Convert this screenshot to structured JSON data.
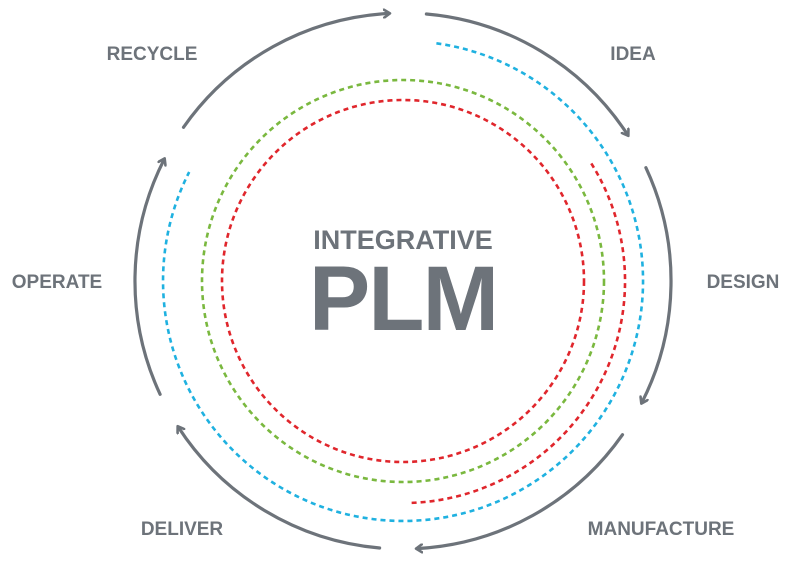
{
  "center": {
    "subtitle": "INTEGRATIVE",
    "title": "PLM"
  },
  "stages": [
    {
      "id": "idea",
      "label": "IDEA"
    },
    {
      "id": "design",
      "label": "DESIGN"
    },
    {
      "id": "manufacture",
      "label": "MANUFACTURE"
    },
    {
      "id": "deliver",
      "label": "DELIVER"
    },
    {
      "id": "operate",
      "label": "OPERATE"
    },
    {
      "id": "recycle",
      "label": "RECYCLE"
    }
  ],
  "colors": {
    "cycle_arrows": "#6d737a",
    "text": "#6d737a",
    "ring_blue": "#1fb1e0",
    "ring_green": "#7ab83f",
    "ring_red": "#e0262c"
  }
}
